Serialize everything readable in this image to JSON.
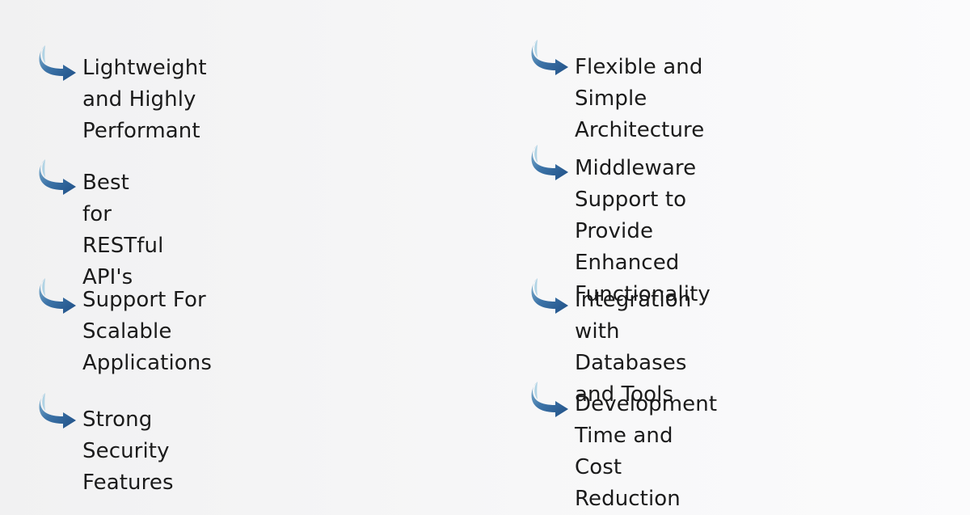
{
  "colors": {
    "arrow_dark": "#1f4f86",
    "arrow_light": "#7fb2cf",
    "text": "#1b1b1b",
    "background": "#f4f4f5"
  },
  "icon": "curved-arrow-icon",
  "features": [
    {
      "label": "Lightweight and Highly\nPerformant"
    },
    {
      "label": "Best for RESTful API's"
    },
    {
      "label": "Support For Scalable\nApplications"
    },
    {
      "label": "Strong Security Features"
    },
    {
      "label": "Flexible and Simple\nArchitecture"
    },
    {
      "label": "Middleware Support to Provide\nEnhanced Functionality"
    },
    {
      "label": "Integration with Databases\nand Tools"
    },
    {
      "label": "Development Time and Cost\nReduction"
    }
  ]
}
